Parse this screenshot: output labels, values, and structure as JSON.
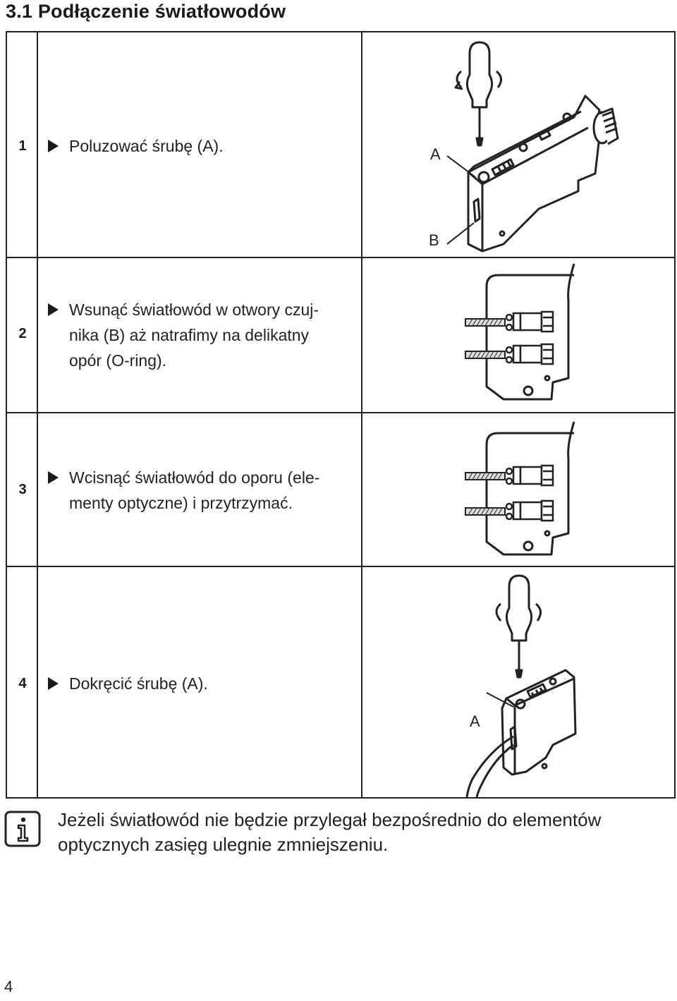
{
  "section": {
    "title": "3.1  Podłączenie światłowodów"
  },
  "steps": [
    {
      "number": "1",
      "lines": [
        "Poluzować śrubę (A)."
      ],
      "labels": [
        "A",
        "B"
      ]
    },
    {
      "number": "2",
      "lines": [
        "Wsunąć światłowód w otwory czuj-",
        "nika (B) aż natrafimy na delikatny",
        "opór (O-ring)."
      ]
    },
    {
      "number": "3",
      "lines": [
        "Wcisnąć światłowód do oporu (ele-",
        "menty optyczne) i przytrzymać."
      ]
    },
    {
      "number": "4",
      "lines": [
        "Dokręcić śrubę (A)."
      ],
      "labels": [
        "A"
      ]
    }
  ],
  "note": {
    "icon": "info-icon",
    "lines": [
      "Jeżeli światłowód nie będzie przylegał bezpośrednio do elementów",
      "optycznych zasięg ulegnie zmniejszeniu."
    ]
  },
  "page": {
    "number": "4"
  }
}
